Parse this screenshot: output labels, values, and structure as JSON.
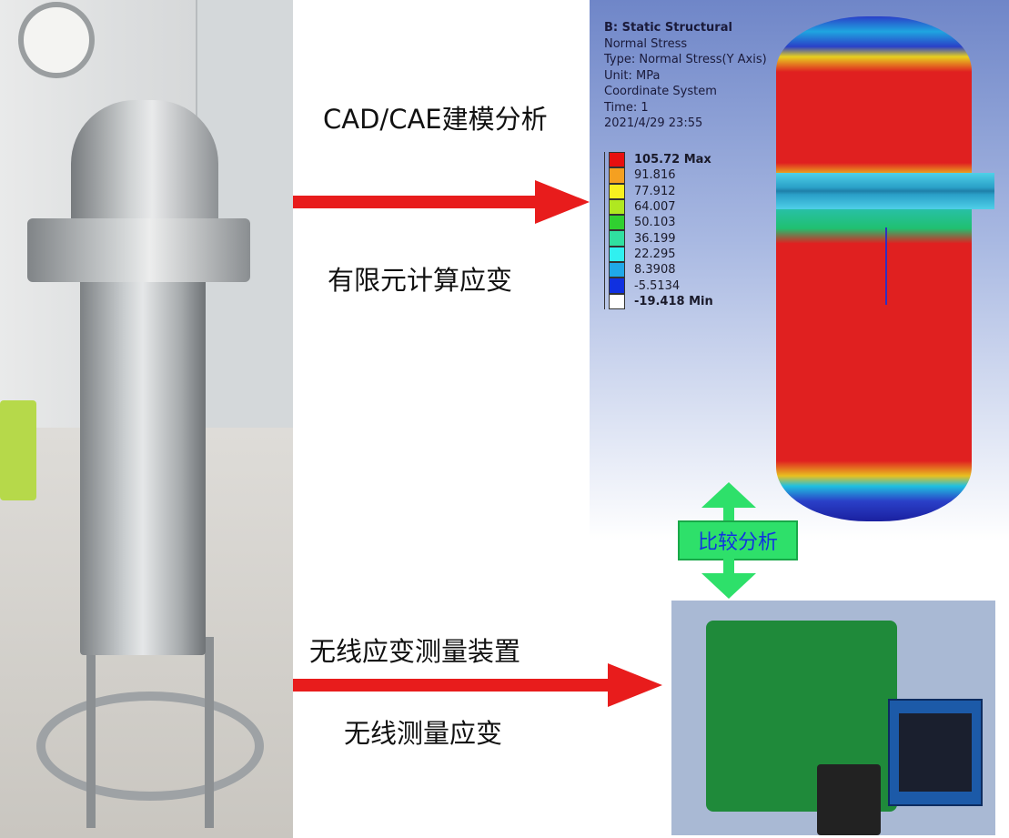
{
  "labels": {
    "cad_cae": "CAD/CAE建模分析",
    "fem": "有限元计算应变",
    "wireless_device": "无线应变测量装置",
    "wireless_measure": "无线测量应变",
    "compare": "比较分析"
  },
  "fea": {
    "title": "B: Static Structural",
    "lines": [
      "Normal Stress",
      "Type: Normal Stress(Y Axis)",
      "Unit: MPa",
      "Coordinate System",
      "Time: 1",
      "2021/4/29 23:55"
    ],
    "legend": [
      {
        "value": "105.72 Max",
        "color": "#e81010"
      },
      {
        "value": "91.816",
        "color": "#f5a020"
      },
      {
        "value": "77.912",
        "color": "#f8f020"
      },
      {
        "value": "64.007",
        "color": "#b0e820"
      },
      {
        "value": "50.103",
        "color": "#30d030"
      },
      {
        "value": "36.199",
        "color": "#30e0a0"
      },
      {
        "value": "22.295",
        "color": "#30f0f0"
      },
      {
        "value": "8.3908",
        "color": "#20a8e8"
      },
      {
        "value": "-5.5134",
        "color": "#1030e0"
      },
      {
        "value": "-19.418 Min",
        "color": "#ffffff"
      }
    ]
  }
}
